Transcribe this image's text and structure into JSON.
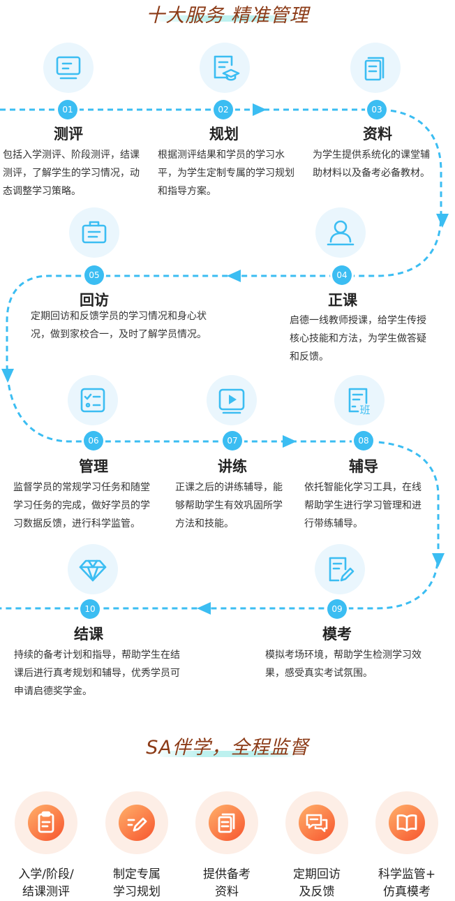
{
  "section1": {
    "title": "十大服务 精准管理"
  },
  "services": [
    {
      "num": "01",
      "title": "测评",
      "icon": "monitor-icon",
      "desc": "包括入学测评、阶段测评，结课测评，了解学生的学习情况，动态调整学习策略。"
    },
    {
      "num": "02",
      "title": "规划",
      "icon": "study-plan-icon",
      "desc": "根据测评结果和学员的学习水平，为学生定制专属的学习规划和指导方案。"
    },
    {
      "num": "03",
      "title": "资料",
      "icon": "materials-icon",
      "desc": "为学生提供系统化的课堂辅助材料以及备考必备教材。"
    },
    {
      "num": "04",
      "title": "正课",
      "icon": "teacher-icon",
      "desc": "启德一线教师授课，给学生传授核心技能和方法，为学生做答疑和反馈。"
    },
    {
      "num": "05",
      "title": "回访",
      "icon": "briefcase-icon",
      "desc": "定期回访和反馈学员的学习情况和身心状况，做到家校合一，及时了解学员情况。"
    },
    {
      "num": "06",
      "title": "管理",
      "icon": "checklist-icon",
      "desc": "监督学员的常规学习任务和随堂学习任务的完成，做好学员的学习数据反馈，进行科学监管。"
    },
    {
      "num": "07",
      "title": "讲练",
      "icon": "video-play-icon",
      "desc": "正课之后的讲练辅导，能够帮助学生有效巩固所学方法和技能。"
    },
    {
      "num": "08",
      "title": "辅导",
      "icon": "class-document-icon",
      "icon_text": "班",
      "desc": "依托智能化学习工具，在线帮助学生进行学习管理和进行带练辅导。"
    },
    {
      "num": "09",
      "title": "模考",
      "icon": "edit-document-icon",
      "desc": "模拟考场环境，帮助学生检测学习效果，感受真实考试氛围。"
    },
    {
      "num": "10",
      "title": "结课",
      "icon": "diamond-icon",
      "desc": "持续的备考计划和指导，帮助学生在结课后进行真考规划和辅导，优秀学员可申请启德奖学金。"
    }
  ],
  "section2": {
    "title": "SA伴学，全程监督"
  },
  "features": [
    {
      "line1": "入学/阶段/",
      "line2": "结课测评",
      "icon": "clipboard-icon"
    },
    {
      "line1": "制定专属",
      "line2": "学习规划",
      "icon": "pencil-icon"
    },
    {
      "line1": "提供备考",
      "line2": "资料",
      "icon": "documents-icon"
    },
    {
      "line1": "定期回访",
      "line2": "及反馈",
      "icon": "chat-bubbles-icon"
    },
    {
      "line1": "科学监管+",
      "line2": "仿真模考",
      "icon": "open-book-icon"
    }
  ],
  "colors": {
    "accent": "#3bbdf2",
    "title": "#8b3a16",
    "icon_bg": "#eaf6fd",
    "orange": "#f7552e"
  }
}
